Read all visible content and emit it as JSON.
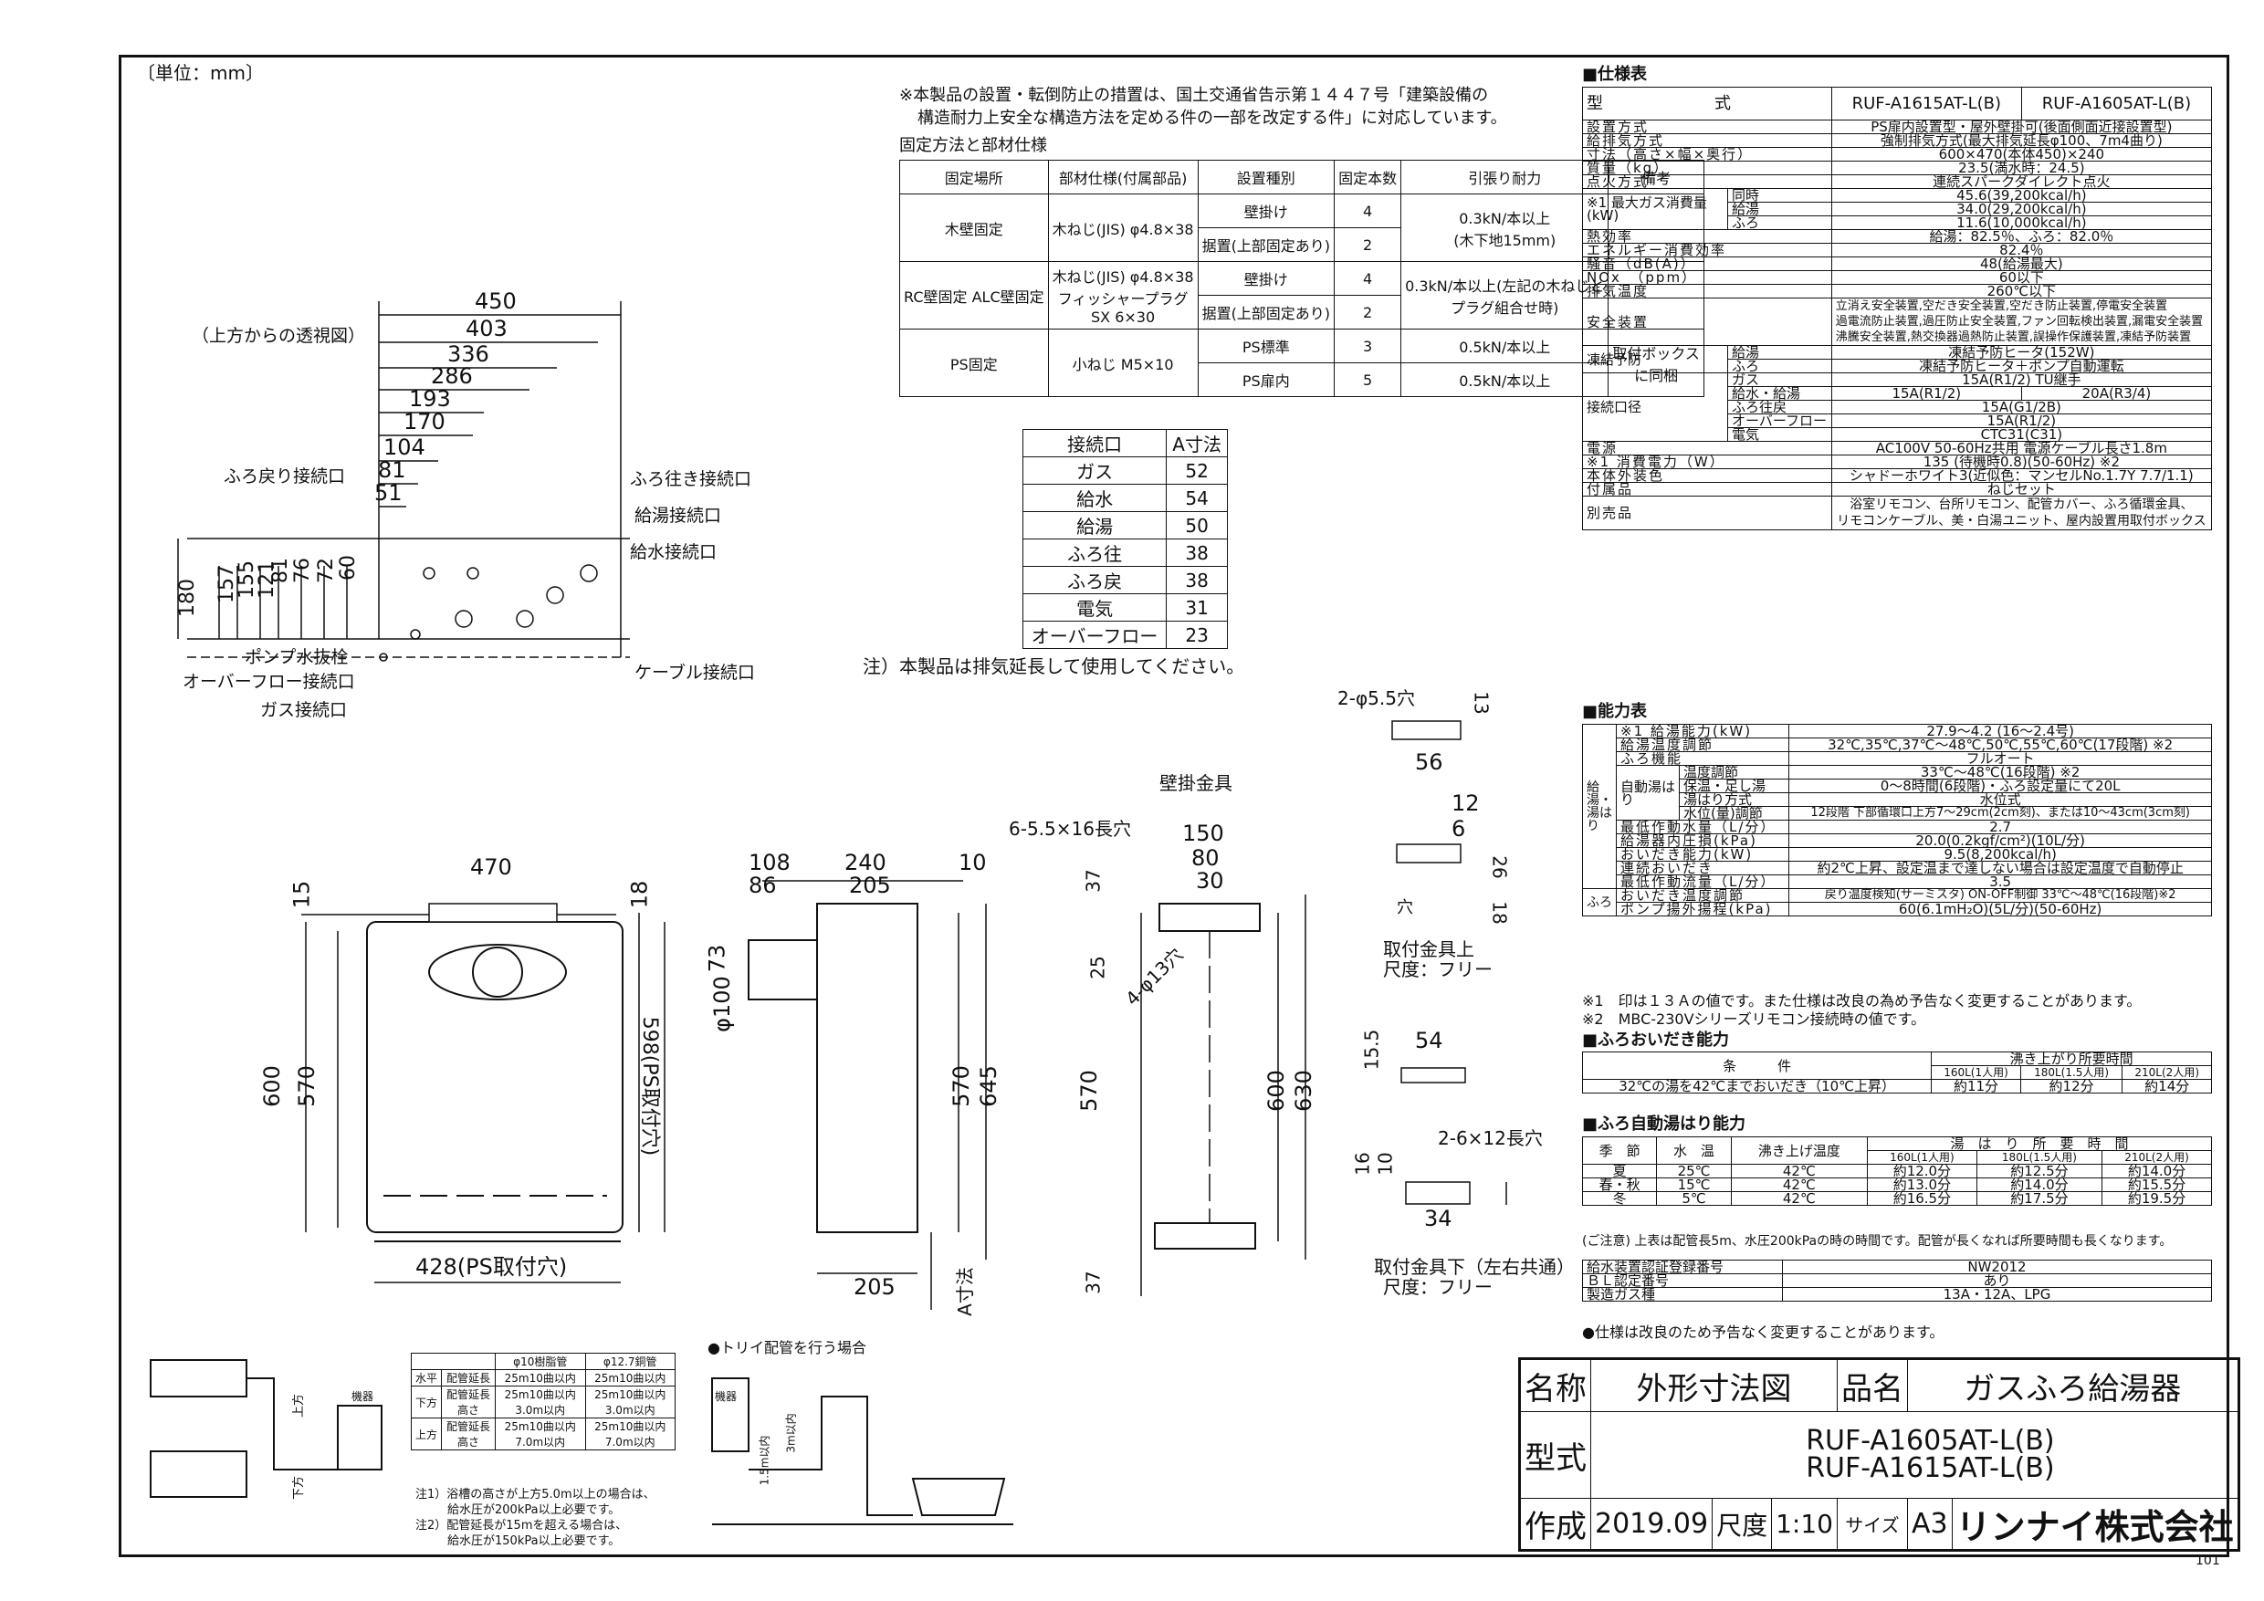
{
  "unit_label": "〔単位：mm〕",
  "page_number": "101",
  "install_note": [
    "※本製品の設置・転倒防止の措置は、国土交通省告示第１４４７号「建築設備の",
    "構造耐力上安全な構造方法を定める件の一部を改定する件」に対応しています。"
  ],
  "fixing_table": {
    "title": "固定方法と部材仕様",
    "headers": [
      "固定場所",
      "部材仕様(付属部品)",
      "設置種別",
      "固定本数",
      "引張り耐力",
      "備考"
    ],
    "wood": {
      "place": "木壁固定",
      "material": "木ねじ(JIS) φ4.8×38",
      "r1": [
        "壁掛け",
        "4",
        "0.3kN/本以上"
      ],
      "r2": [
        "据置(上部固定あり)",
        "2",
        "(木下地15mm)"
      ]
    },
    "rc": {
      "place": "RC壁固定 ALC壁固定",
      "material": "木ねじ(JIS) φ4.8×38 フィッシャープラグSX 6×30",
      "r1": [
        "壁掛け",
        "4",
        "0.3kN/本以上(左記の木ねじと"
      ],
      "r2": [
        "据置(上部固定あり)",
        "2",
        "プラグ組合せ時)"
      ]
    },
    "ps": {
      "place": "PS固定",
      "material": "小ねじ M5×10",
      "r1": [
        "PS標準",
        "3",
        "0.5kN/本以上",
        "取付ボックス"
      ],
      "r2": [
        "PS扉内",
        "5",
        "0.5kN/本以上",
        "に同梱"
      ]
    }
  },
  "connection_table": {
    "headers": [
      "接続口",
      "A寸法"
    ],
    "rows": [
      [
        "ガス",
        "52"
      ],
      [
        "給水",
        "54"
      ],
      [
        "給湯",
        "50"
      ],
      [
        "ふろ往",
        "38"
      ],
      [
        "ふろ戻",
        "38"
      ],
      [
        "電気",
        "31"
      ],
      [
        "オーバーフロー",
        "23"
      ]
    ]
  },
  "exhaust_note": "注）本製品は排気延長して使用してください。",
  "top_view": {
    "title": "（上方からの透視図）",
    "widths": [
      "450",
      "403",
      "336",
      "286",
      "193",
      "170",
      "104",
      "81",
      "51"
    ],
    "heights": [
      "180",
      "157",
      "155",
      "121",
      "81",
      "76",
      "72",
      "60"
    ],
    "labels": {
      "furo_return": "ふろ戻り接続口",
      "furo_out": "ふろ往き接続口",
      "hot": "給湯接続口",
      "water": "給水接続口",
      "pump": "ポンプ水抜栓",
      "overflow": "オーバーフロー接続口",
      "gas": "ガス接続口",
      "cable": "ケーブル接続口"
    }
  },
  "front_view": {
    "dims": [
      "470",
      "15",
      "18",
      "600",
      "570",
      "598(PS取付穴)",
      "428(PS取付穴)"
    ]
  },
  "side_view": {
    "dims": [
      "108",
      "240",
      "86",
      "205",
      "10",
      "73",
      "φ100",
      "570",
      "645",
      "205",
      "A寸法"
    ]
  },
  "bracket_view": {
    "title": "壁掛金具",
    "dims": [
      "6-5.5×16長穴",
      "150",
      "80",
      "30",
      "37",
      "25",
      "4-φ13穴",
      "570",
      "600",
      "630",
      "37"
    ]
  },
  "upper_fitting": {
    "title": "取付金具上",
    "scale": "尺度：フリー",
    "dims": [
      "2-φ5.5穴",
      "13",
      "56",
      "12",
      "6",
      "26",
      "18",
      "穴"
    ]
  },
  "lower_fitting": {
    "title": "取付金具下（左右共通）",
    "scale": "尺度：フリー",
    "dims": [
      "15.5",
      "54",
      "16",
      "10",
      "2-6×12長穴",
      "34"
    ]
  },
  "spec_title": "■仕様表",
  "spec": {
    "model_label": "型　　　　　　式",
    "models": [
      "RUF-A1615AT-L(B)",
      "RUF-A1605AT-L(B)"
    ],
    "rows": [
      [
        "設置方式",
        "PS扉内設置型・屋外壁掛可(後面側面近接設置型)"
      ],
      [
        "給排気方式",
        "強制排気方式(最大排気延長φ100、7m4曲り)"
      ],
      [
        "寸法（高さ×幅×奥行）",
        "600×470(本体450)×240"
      ],
      [
        "質量（kg）",
        "23.5(満水時：24.5)"
      ],
      [
        "点火方式",
        "連続スパークダイレクト点火"
      ]
    ],
    "gas_use": {
      "label": "※1 最大ガス消費量(kW)",
      "rows": [
        [
          "同時",
          "45.6(39,200kcal/h)"
        ],
        [
          "給湯",
          "34.0(29,200kcal/h)"
        ],
        [
          "ふろ",
          "11.6(10,000kcal/h)"
        ]
      ]
    },
    "rows2": [
      [
        "熱効率",
        "給湯：82.5％、ふろ：82.0％"
      ],
      [
        "エネルギー消費効率",
        "82.4％"
      ],
      [
        "騒音（dB(A)）",
        "48(給湯最大)"
      ],
      [
        "NOx　（ppm）",
        "60以下"
      ],
      [
        "排気温度",
        "260℃以下"
      ]
    ],
    "safety": {
      "label": "安全装置",
      "lines": [
        "立消え安全装置,空だき安全装置,空だき防止装置,停電安全装置",
        "過電流防止装置,過圧防止安全装置,ファン回転検出装置,漏電安全装置",
        "沸騰安全装置,熱交換器過熱防止装置,誤操作保護装置,凍結予防装置"
      ]
    },
    "freeze": {
      "label": "凍結予防",
      "rows": [
        [
          "給湯",
          "凍結予防ヒータ(152W)"
        ],
        [
          "ふろ",
          "凍結予防ヒータ＋ポンプ自動運転"
        ]
      ]
    },
    "conn": {
      "label": "接続口径",
      "rows": [
        [
          "ガス",
          "15A(R1/2) TU継手"
        ],
        [
          "給水・給湯",
          "15A(R1/2)",
          "20A(R3/4)"
        ],
        [
          "ふろ往戻",
          "15A(G1/2B)"
        ],
        [
          "オーバーフロー",
          "15A(R1/2)"
        ],
        [
          "電気",
          "CTC31(C31)"
        ]
      ]
    },
    "rows3": [
      [
        "電源",
        "AC100V 50-60Hz共用 電源ケーブル長さ1.8m"
      ],
      [
        "※1 消費電力（W）",
        "135 (待機時0.8)(50-60Hz) ※2"
      ],
      [
        "本体外装色",
        "シャドーホワイト3(近似色：マンセルNo.1.7Y 7.7/1.1)"
      ],
      [
        "付属品",
        "ねじセット"
      ]
    ],
    "sold": {
      "label": "別売品",
      "lines": [
        "浴室リモコン、台所リモコン、配管カバー、ふろ循環金具、",
        "リモコンケーブル、美・白湯ユニット、屋内設置用取付ボックス"
      ]
    }
  },
  "ability_title": "■能力表",
  "ability": {
    "side1": "給湯・湯はり",
    "side2": "ふろ",
    "rows": [
      [
        "※1 給湯能力(kW)",
        "27.9～4.2 (16～2.4号)"
      ],
      [
        "給湯温度調節",
        "32℃,35℃,37℃～48℃,50℃,55℃,60℃(17段階) ※2"
      ],
      [
        "ふろ機能",
        "フルオート"
      ]
    ],
    "auto": {
      "label": "自動湯はり",
      "rows": [
        [
          "温度調節",
          "33℃～48℃(16段階) ※2"
        ],
        [
          "保温・足し湯",
          "0～8時間(6段階)・ふろ設定量にて20L"
        ],
        [
          "湯はり方式",
          "水位式"
        ],
        [
          "水位(量)調節",
          "12段階 下部循環口上方7～29cm(2cm刻)、または10～43cm(3cm刻)"
        ]
      ]
    },
    "rows2": [
      [
        "最低作動水量（L/分）",
        "2.7"
      ],
      [
        "給湯器内圧損(kPa)",
        "20.0(0.2kgf/cm²)(10L/分)"
      ],
      [
        "おいだき能力(kW)",
        "9.5(8,200kcal/h)"
      ],
      [
        "連続おいだき",
        "約2℃上昇、設定温まで達しない場合は設定温度で自動停止"
      ],
      [
        "最低作動流量（L/分）",
        "3.5"
      ],
      [
        "おいだき温度調節",
        "戻り温度検知(サーミスタ) ON-OFF制御 33℃～48℃(16段階)※2"
      ],
      [
        "ポンプ揚外揚程(kPa)",
        "60(6.1mH₂O)(5L/分)(50-60Hz)"
      ]
    ],
    "notes": [
      "※1　印は１３Ａの値です。また仕様は改良の為め予告なく変更することがあります。",
      "※2　MBC-230Vシリーズリモコン接続時の値です。"
    ]
  },
  "reheat_title": "■ふろおいだき能力",
  "reheat": {
    "cond_label": "条　　　件",
    "time_label": "沸き上がり所要時間",
    "cols": [
      "160L(1人用)",
      "180L(1.5人用)",
      "210L(2人用)"
    ],
    "cond": "32℃の湯を42℃までおいだき（10℃上昇）",
    "vals": [
      "約11分",
      "約12分",
      "約14分"
    ]
  },
  "autofill_title": "■ふろ自動湯はり能力",
  "autofill": {
    "headers": [
      "季　節",
      "水　温",
      "沸き上げ温度",
      "湯　は　り　所　要　時　間"
    ],
    "cols": [
      "160L(1人用)",
      "180L(1.5人用)",
      "210L(2人用)"
    ],
    "rows": [
      [
        "夏",
        "25℃",
        "42℃",
        "約12.0分",
        "約12.5分",
        "約14.0分"
      ],
      [
        "春・秋",
        "15℃",
        "42℃",
        "約13.0分",
        "約14.0分",
        "約15.5分"
      ],
      [
        "冬",
        "5℃",
        "42℃",
        "約16.5分",
        "約17.5分",
        "約19.5分"
      ]
    ],
    "note": "(ご注意) 上表は配管長5m、水圧200kPaの時の時間です。配管が長くなれば所要時間も長くなります。"
  },
  "registration": [
    [
      "給水装置認証登録番号",
      "NW2012"
    ],
    [
      "ＢＬ認定番号",
      "あり"
    ],
    [
      "製造ガス種",
      "13A・12A、LPG"
    ]
  ],
  "reg_note": "●仕様は改良のため予告なく変更することがあります。",
  "piping": {
    "title": "●トリイ配管を行う場合",
    "col1": "φ10樹脂管",
    "col2": "φ12.7銅管",
    "rows": [
      [
        "水平",
        "配管延長",
        "25m10曲以内",
        "25m10曲以内"
      ],
      [
        "下方",
        "配管延長 高さ",
        "25m10曲以内 3.0m以内",
        "25m10曲以内 3.0m以内"
      ],
      [
        "上方",
        "配管延長 高さ",
        "25m10曲以内 7.0m以内",
        "25m10曲以内 7.0m以内"
      ]
    ],
    "notes": [
      "注1）浴槽の高さが上方5.0m以上の場合は、",
      "給水圧が200kPa以上必要です。",
      "注2）配管延長が15mを超える場合は、",
      "給水圧が150kPa以上必要です。"
    ],
    "labels": {
      "upper": "上方",
      "lower": "下方",
      "unit": "機器",
      "h15": "1.5m以内",
      "h3": "3m以内"
    }
  },
  "title_block": {
    "name_label": "名称",
    "name": "外形寸法図",
    "product_label": "品名",
    "product": "ガスふろ給湯器",
    "model_label": "型式",
    "model1": "RUF-A1605AT-L(B)",
    "model2": "RUF-A1615AT-L(B)",
    "made_label": "作成",
    "date": "2019.09",
    "scale_label": "尺度",
    "scale": "1:10",
    "size_label": "サイズ",
    "size": "A3",
    "company": "リンナイ株式会社"
  }
}
